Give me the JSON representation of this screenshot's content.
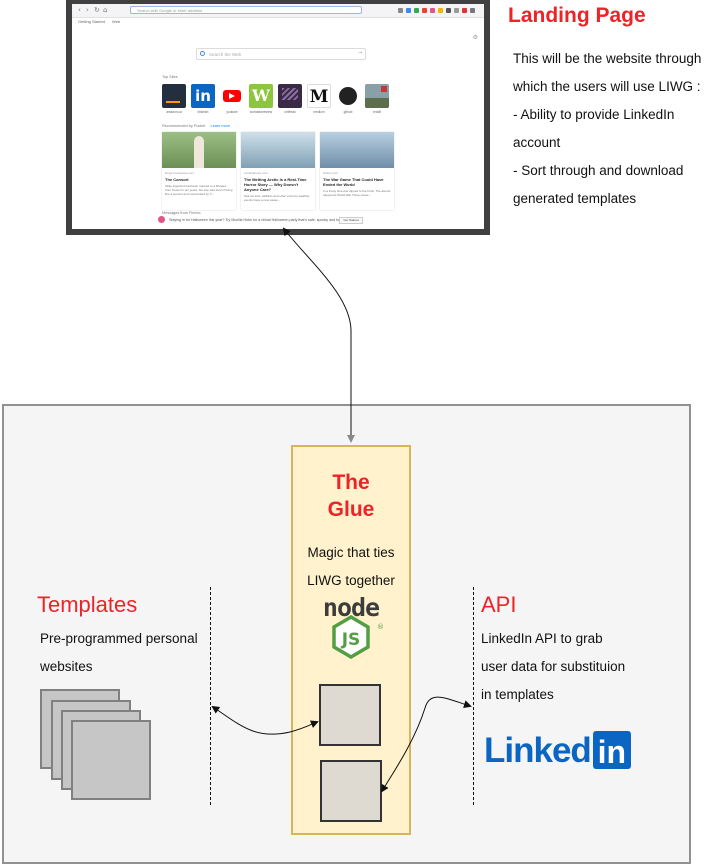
{
  "landing": {
    "title": "Landing Page",
    "description": [
      "This will be the website through",
      "which the users will use LIWG :",
      "- Ability to provide LinkedIn",
      "account",
      "- Sort through and download",
      "generated templates"
    ],
    "browser": {
      "url_placeholder": "Search with Google or enter address",
      "bookmarks": [
        "Getting Started",
        "Web"
      ],
      "search_placeholder": "Search the Web",
      "top_sites_heading": "Top Sites",
      "top_sites": [
        {
          "label": "amazon.ca",
          "color": "#232f3e",
          "glyph": ""
        },
        {
          "label": "linkedin",
          "color": "#0a66c2",
          "glyph": "in"
        },
        {
          "label": "youtube",
          "color": "#ffffff",
          "glyph": "▶"
        },
        {
          "label": "worldstarreview",
          "color": "#8cc63f",
          "glyph": "W"
        },
        {
          "label": "ctrlfreak",
          "color": "#3b2a45",
          "glyph": ""
        },
        {
          "label": "medium",
          "color": "#ffffff",
          "glyph": "M"
        },
        {
          "label": "github",
          "color": "#ffffff",
          "glyph": "●"
        },
        {
          "label": "reddit",
          "color": "#8aa0a8",
          "glyph": ""
        }
      ],
      "recommended_heading": "Recommended by Pocket",
      "recommended_link": "Learn more",
      "cards": [
        {
          "source": "blogs.bookseries.com",
          "title": "The Consort",
          "body": "Taiko Ingerford had been married to a Rhodes from Texas for ten years, but she was tired of living like a servant and overworked by h...",
          "img": "#7fa36a"
        },
        {
          "source": "nextbigfuture.com",
          "title": "The Melting Arctic Is a Real-Time Horror Story — Why Doesn't Anyone Care?",
          "body": "Sea ice loss, wildfires and other extreme weather events have a new cause...",
          "img": "#a8c0cf"
        },
        {
          "source": "history.com",
          "title": "The War Game That Could Have Ended the World",
          "body": "In a frosty time-line dipped to the brink. The almost happened World War Three cause ...",
          "img": "#8aaac4"
        }
      ],
      "highlights_heading": "Messages from Firefox",
      "snippet_text": "Staying in for Halloween this year? Try Mozilla Hubs for a virtual Halloween party that's safe, spooky and fun.",
      "snippet_button": "Get Started"
    }
  },
  "glue": {
    "title_line1": "The",
    "title_line2": "Glue",
    "desc_line1": "Magic that ties",
    "desc_line2": "LIWG together",
    "node_logo_text": "node",
    "node_logo_sub": "JS"
  },
  "templates": {
    "title": "Templates",
    "desc_line1": "Pre-programmed personal",
    "desc_line2": "websites"
  },
  "api": {
    "title": "API",
    "desc_line1": "LinkedIn API to grab",
    "desc_line2": "user data for substituion",
    "desc_line3": "in templates",
    "logo_text_1": "Linked",
    "logo_text_2": "in"
  },
  "colors": {
    "title_red": "#ed2328",
    "node_green": "#539e43",
    "linkedin_blue": "#0a66c2",
    "glue_fill": "#fff2cc",
    "glue_border": "#d6b656"
  }
}
